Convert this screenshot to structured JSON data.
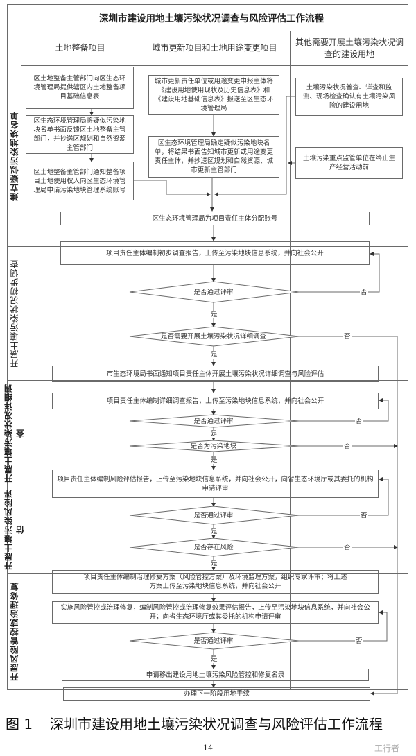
{
  "header": {
    "title": "深圳市建设用地土壤污染状况调查与风险评估工作流程"
  },
  "lanes": [
    {
      "label": "土地整备项目"
    },
    {
      "label": "城市更新项目和土地用途变更项目"
    },
    {
      "label": "其他需要开展土壤污染状况调查的建设用地"
    }
  ],
  "phases": [
    {
      "label": "建立疑似污染地块名单"
    },
    {
      "label": "开展土壤污染状况初步调查"
    },
    {
      "label": "开展土壤污染状况详细调查"
    },
    {
      "label": "开展土壤污染风险评估"
    },
    {
      "label": "开展风险管控或治理修复"
    }
  ],
  "boxes": {
    "land_prep_1": "区土地整备主管部门向区生态环境管理局提供辖区内土地整备项目基础信息表",
    "land_prep_2": "区生态环境管理局将疑似污染地块名单书面反馈区土地整备主管部门，并抄送区规划和自然资源主管部门",
    "land_prep_3": "区土地整备主管部门通知整备项目土地使用权人向区生态环境管理局申请污染地块管理系统账号",
    "urban_1": "城市更新责任单位或用途变更申报主体将《建设用地使用现状及历史信息表》和《建设用地基础信息表》报送至区生态环境管理局",
    "urban_2": "区生态环境管理局确定疑似污染地块名单，将结果书面告知城市更新或用途变更责任主体，并抄送区规划和自然资源、城市更新主管部门",
    "other_1": "土壤污染状况普查、详查和监测、现场检查确认有土壤污染风险的建设用地",
    "other_2": "土壤污染重点监管单位在终止生产经营活动前",
    "assign_account": "区生态环境管理局为项目责任主体分配账号",
    "prelim_report": "项目责任主体编制初步调查报告，上传至污染地块信息系统，并向社会公开",
    "notify_detail": "市生态环境局书面通知项目责任主体开展土壤污染状况详细调查与风险评估",
    "detail_report": "项目责任主体编制详细调查报告，上传至污染地块信息系统，并向社会公开",
    "risk_report": "项目责任主体编制风险评估报告，上传至污染地块信息系统，并向社会公开，向省生态环境厅或其委托的机构申请评审",
    "remediation_plan": "项目责任主体编制治理修复方案（风险管控方案）及环境监理方案，组织专家评审；将上述方案上传至污染地块信息系统，并向社会公开",
    "implement": "实施风险管控或治理修复，编制风险管控或治理修复效果评估报告，上传至污染地块信息系统，并向社会公开；向省生态环境厅或其委托的机构申请评审",
    "remove_list": "申请移出建设用地土壤污染风险管控和修复名录",
    "next_stage": "办理下一阶段用地手续"
  },
  "decisions": {
    "d1": "是否通过评审",
    "d2": "是否需要开展土壤污染状况详细调查",
    "d3": "是否通过评审",
    "d4": "是否为污染地块",
    "d5": "是否通过评审",
    "d6": "是否存在风险",
    "d7": "是否通过评审"
  },
  "edge_labels": {
    "yes": "是",
    "no": "否"
  },
  "caption": {
    "figure": "图 1",
    "text": "深圳市建设用地土壤污染状况调查与风险评估工作流程"
  },
  "page_number": "14",
  "watermark": "工行者"
}
